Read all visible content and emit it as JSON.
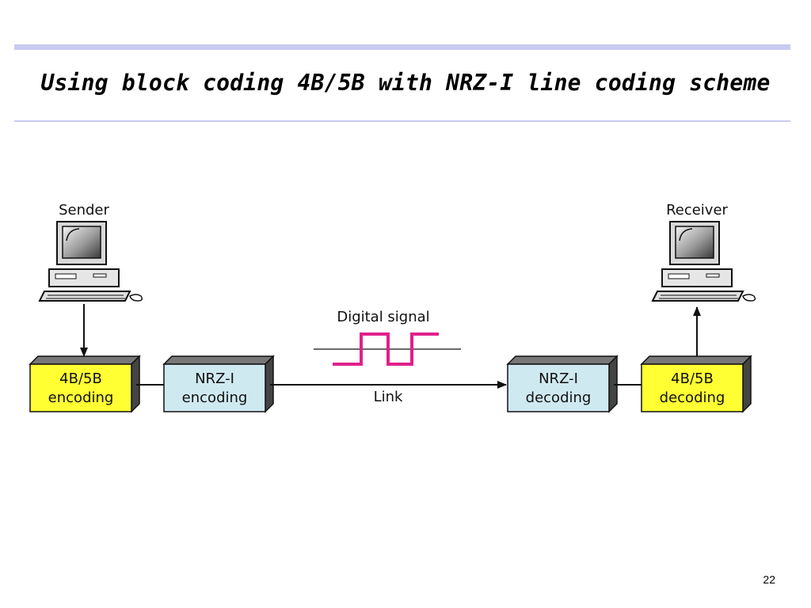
{
  "slide": {
    "title": "Using block coding 4B/5B with NRZ-I line coding scheme",
    "page_number": "22"
  },
  "diagram": {
    "sender_label": "Sender",
    "receiver_label": "Receiver",
    "signal_label": "Digital signal",
    "link_label": "Link",
    "blocks": [
      {
        "line1": "4B/5B",
        "line2": "encoding",
        "color": "#ffff33"
      },
      {
        "line1": "NRZ-I",
        "line2": "encoding",
        "color": "#cfe9f1"
      },
      {
        "line1": "NRZ-I",
        "line2": "decoding",
        "color": "#cfe9f1"
      },
      {
        "line1": "4B/5B",
        "line2": "decoding",
        "color": "#ffff33"
      }
    ],
    "signal_color": "#e0208c"
  }
}
